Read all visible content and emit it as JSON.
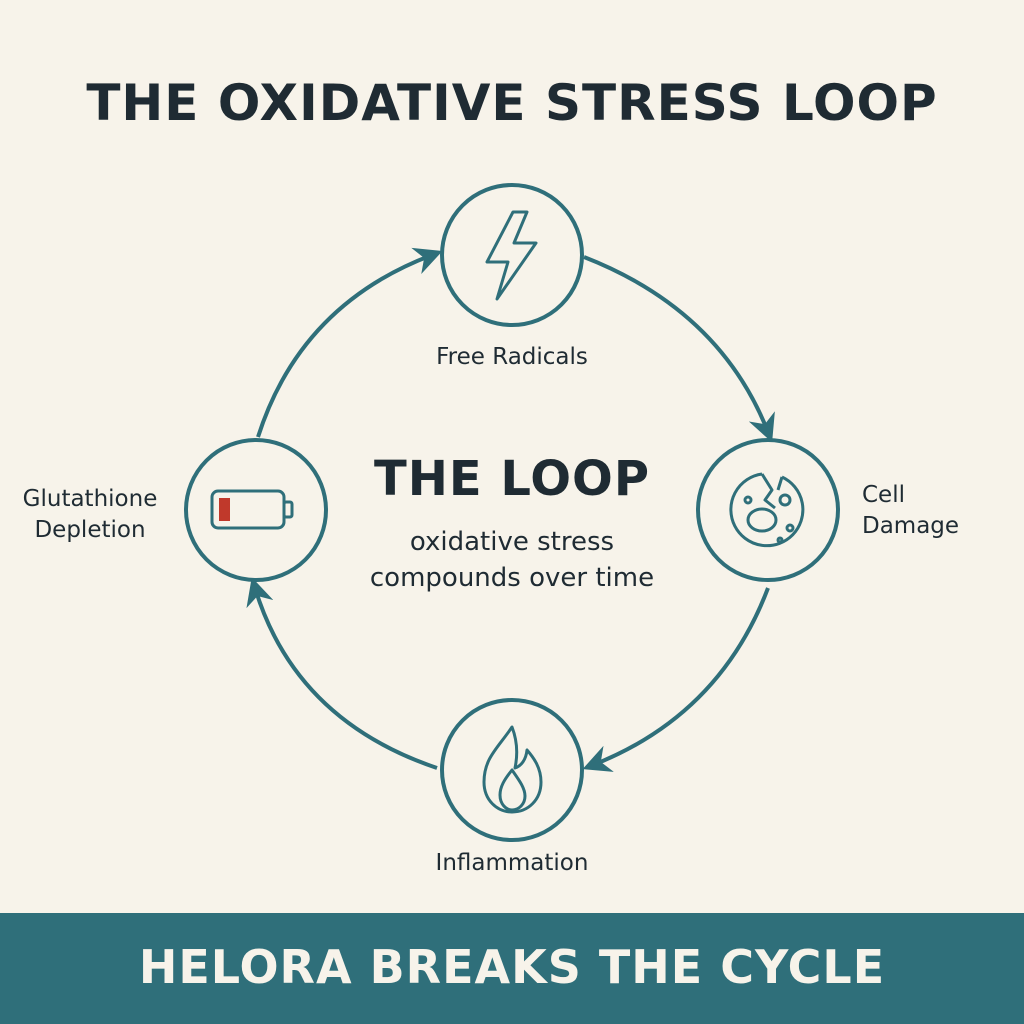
{
  "title": "THE OXIDATIVE STRESS LOOP",
  "center": {
    "title": "THE LOOP",
    "subtitle_line1": "oxidative stress",
    "subtitle_line2": "compounds over time"
  },
  "nodes": {
    "top": {
      "label": "Free Radicals",
      "icon": "lightning-bolt-icon"
    },
    "right": {
      "label_line1": "Cell",
      "label_line2": "Damage",
      "icon": "damaged-cell-icon"
    },
    "bottom": {
      "label": "Inflammation",
      "icon": "flame-icon"
    },
    "left": {
      "label_line1": "Glutathione",
      "label_line2": "Depletion",
      "icon": "low-battery-icon"
    }
  },
  "footer": {
    "text": "HELORA BREAKS THE CYCLE"
  },
  "colors": {
    "background": "#f7f3ea",
    "teal": "#2f6f7a",
    "text": "#1f2b33",
    "battery_low": "#c0392b"
  }
}
